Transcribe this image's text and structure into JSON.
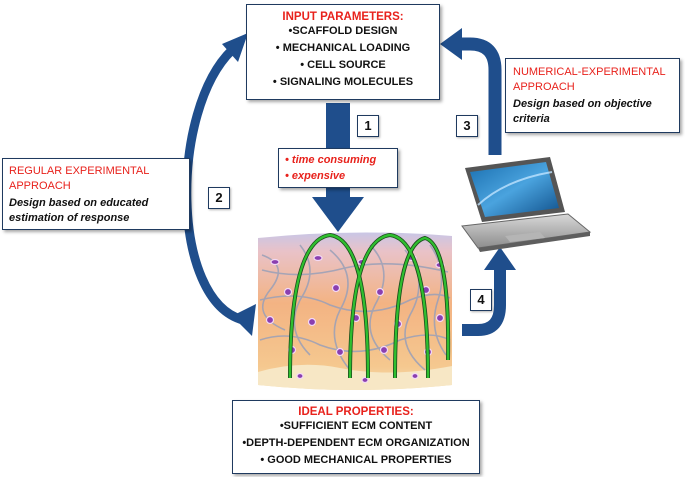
{
  "input_box": {
    "title": "INPUT PARAMETERS:",
    "items": [
      "•SCAFFOLD DESIGN",
      "• MECHANICAL LOADING",
      "• CELL SOURCE",
      "• SIGNALING MOLECULES"
    ]
  },
  "ideal_box": {
    "title": "IDEAL  PROPERTIES:",
    "items": [
      "•SUFFICIENT ECM CONTENT",
      "•DEPTH-DEPENDENT  ECM ORGANIZATION",
      "• GOOD MECHANICAL PROPERTIES"
    ]
  },
  "regular_box": {
    "title_lines": [
      "REGULAR EXPERIMENTAL",
      "APPROACH"
    ],
    "desc_lines": [
      "Design based on educated",
      "estimation of response"
    ]
  },
  "numerical_box": {
    "title_lines": [
      "NUMERICAL-EXPERIMENTAL",
      "APPROACH"
    ],
    "desc_lines": [
      "Design based on objective",
      "criteria"
    ]
  },
  "drawbacks": [
    "• time consuming",
    "• expensive"
  ],
  "step_numbers": [
    "1",
    "2",
    "3",
    "4"
  ],
  "colors": {
    "arrow_blue": "#1f4e8c",
    "title_red": "#e8221c",
    "box_border": "#1f3a5f",
    "fiber_green": "#2fbf2f"
  },
  "icons": [
    "laptop-icon",
    "cartilage-tissue-illustration"
  ]
}
